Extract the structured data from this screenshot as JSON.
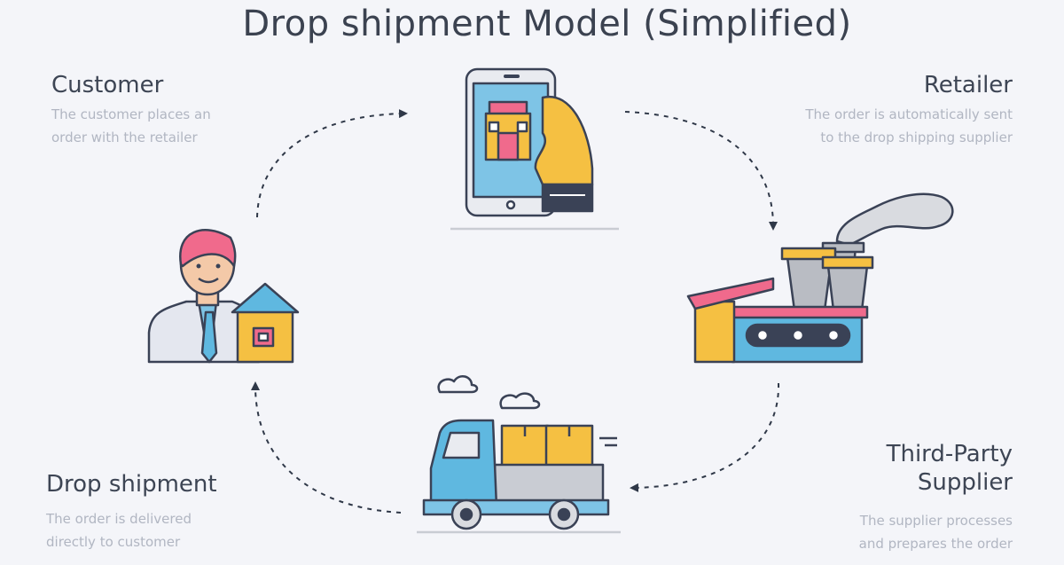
{
  "title": "Drop shipment Model  (Simplified)",
  "steps": {
    "customer": {
      "heading": "Customer",
      "desc_line1": "The customer places an",
      "desc_line2": "order with the retailer"
    },
    "retailer": {
      "heading": "Retailer",
      "desc_line1": "The order is automatically sent",
      "desc_line2": "to the drop shipping supplier"
    },
    "supplier": {
      "heading_line1": "Third-Party",
      "heading_line2": "Supplier",
      "desc_line1": "The supplier processes",
      "desc_line2": "and prepares the order"
    },
    "dropship": {
      "heading": "Drop shipment",
      "desc_line1": "The order is delivered",
      "desc_line2": "directly to customer"
    }
  },
  "icons": {
    "customer": "customer-with-house-icon",
    "retailer": "phone-shop-icon",
    "supplier": "factory-icon",
    "dropship": "delivery-truck-icon"
  },
  "colors": {
    "title": "#3b4250",
    "heading": "#3d4554",
    "description": "#b1b6c2",
    "outline": "#3a4256",
    "blue": "#5fb8e0",
    "yellow": "#f5c042",
    "pink": "#f06a8c",
    "grey": "#b9bcc3",
    "arrow": "#2f3848"
  }
}
